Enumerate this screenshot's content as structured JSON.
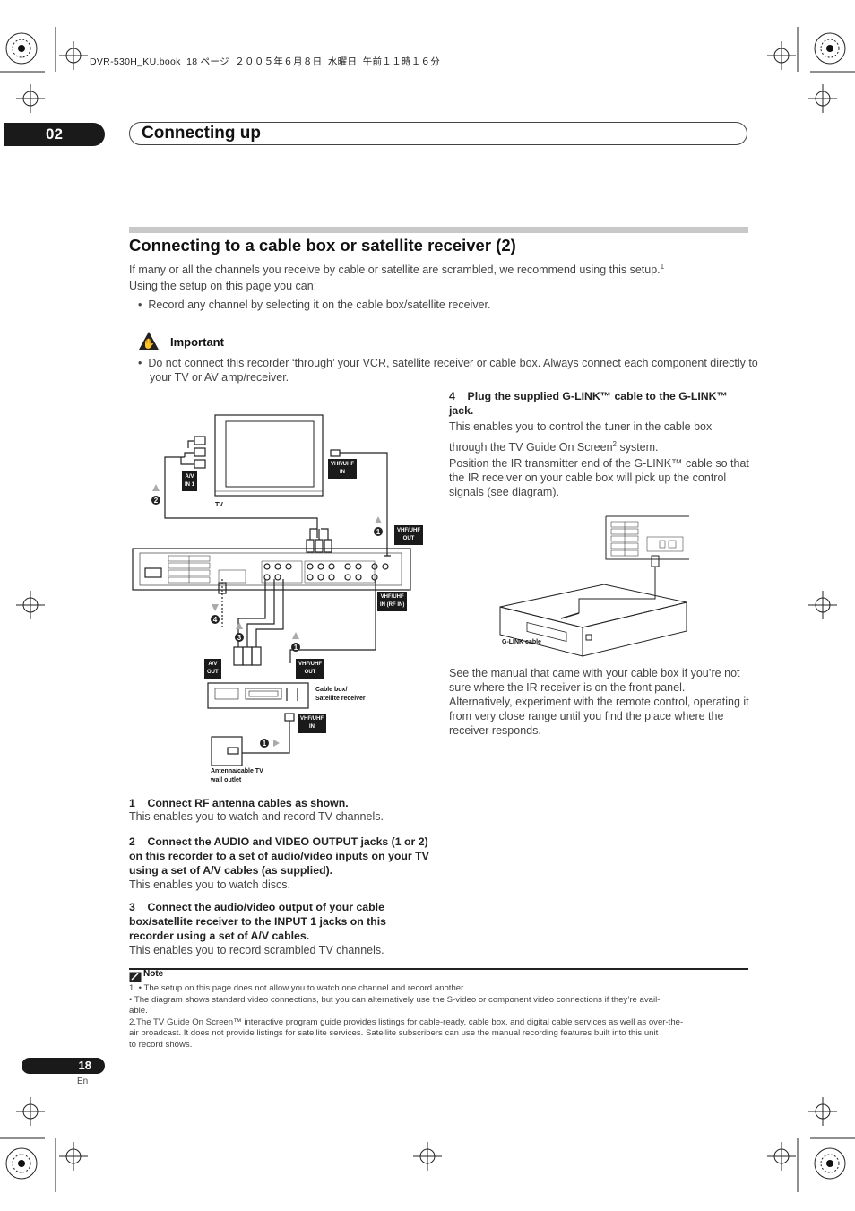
{
  "header": {
    "book_info": "DVR-530H_KU.book  18 ページ  ２００５年６月８日  水曜日  午前１１時１６分",
    "chapter_number": "02",
    "chapter_title": "Connecting up"
  },
  "section": {
    "title": "Connecting to a cable box or satellite receiver (2)",
    "intro_1": "If many or all the channels you receive by cable or satellite are scrambled, we recommend using this setup.",
    "intro_1_ref": "1",
    "intro_2": "Using the setup on this page you can:",
    "bullets": [
      "Record any channel by selecting it on the cable box/satellite receiver."
    ]
  },
  "important": {
    "heading": "Important",
    "text": "Do not connect this recorder ‘through’ your VCR, satellite receiver or cable box. Always connect each component directly to your TV or AV amp/receiver."
  },
  "diagram": {
    "tv": "TV",
    "av_in1": [
      "A/V",
      "IN 1"
    ],
    "tv_vhf_in": [
      "VHF/UHF",
      "IN"
    ],
    "recorder_vhf_out": [
      "VHF/UHF",
      "OUT"
    ],
    "recorder_vhf_in": [
      "VHF/UHF",
      "IN (RF IN)"
    ],
    "box_av_out": [
      "A/V",
      "OUT"
    ],
    "box_vhf_out": [
      "VHF/UHF",
      "OUT"
    ],
    "box_vhf_in": [
      "VHF/UHF",
      "IN"
    ],
    "cable_box": [
      "Cable box/",
      "Satellite receiver"
    ],
    "wall_outlet": [
      "Antenna/cable TV",
      "wall outlet"
    ],
    "g_link_cable": "G-LINK cable",
    "markers": [
      "1",
      "2",
      "3",
      "4"
    ]
  },
  "steps": [
    {
      "num": "1",
      "title": "Connect RF antenna cables as shown.",
      "text": "This enables you to watch and record TV channels."
    },
    {
      "num": "2",
      "title": "Connect the AUDIO and VIDEO OUTPUT jacks (1 or 2) on this recorder to a set of audio/video inputs on your TV using a set of A/V cables (as supplied).",
      "text": "This enables you to watch discs."
    },
    {
      "num": "3",
      "title": "Connect the audio/video output of your cable box/satellite receiver to the INPUT 1 jacks on this recorder using a set of A/V cables.",
      "text": "This enables you to record scrambled TV channels."
    },
    {
      "num": "4",
      "title": "Plug the supplied G-LINK™ cable to the G-LINK™ jack.",
      "text_1": "This enables you to control the tuner in the cable box through the TV Guide On Screen",
      "text_1_ref": "2",
      "text_1_end": " system.",
      "text_2": "Position the IR transmitter end of the G-LINK™ cable so that the IR receiver on your cable box will pick up the control signals (see diagram)."
    }
  ],
  "after_diagram": "See the manual that came with your cable box if you’re not sure where the IR receiver is on the front panel. Alternatively, experiment with the remote control, operating it from very close range until you find the place where the receiver responds.",
  "note": {
    "heading": "Note",
    "lines": [
      "1.  • The setup on this page does not allow you to watch one channel and record another.",
      "     • The diagram shows standard video connections, but you can alternatively use the S-video or component video connections if they’re avail-",
      "     able.",
      "2.The TV Guide On Screen™ interactive program guide provides listings for cable-ready, cable box, and digital cable services as well as over-the-",
      "     air broadcast. It does not provide listings for satellite services. Satellite subscribers can use the manual recording features built into this unit",
      "     to record shows."
    ]
  },
  "footer": {
    "page": "18",
    "lang": "En"
  }
}
